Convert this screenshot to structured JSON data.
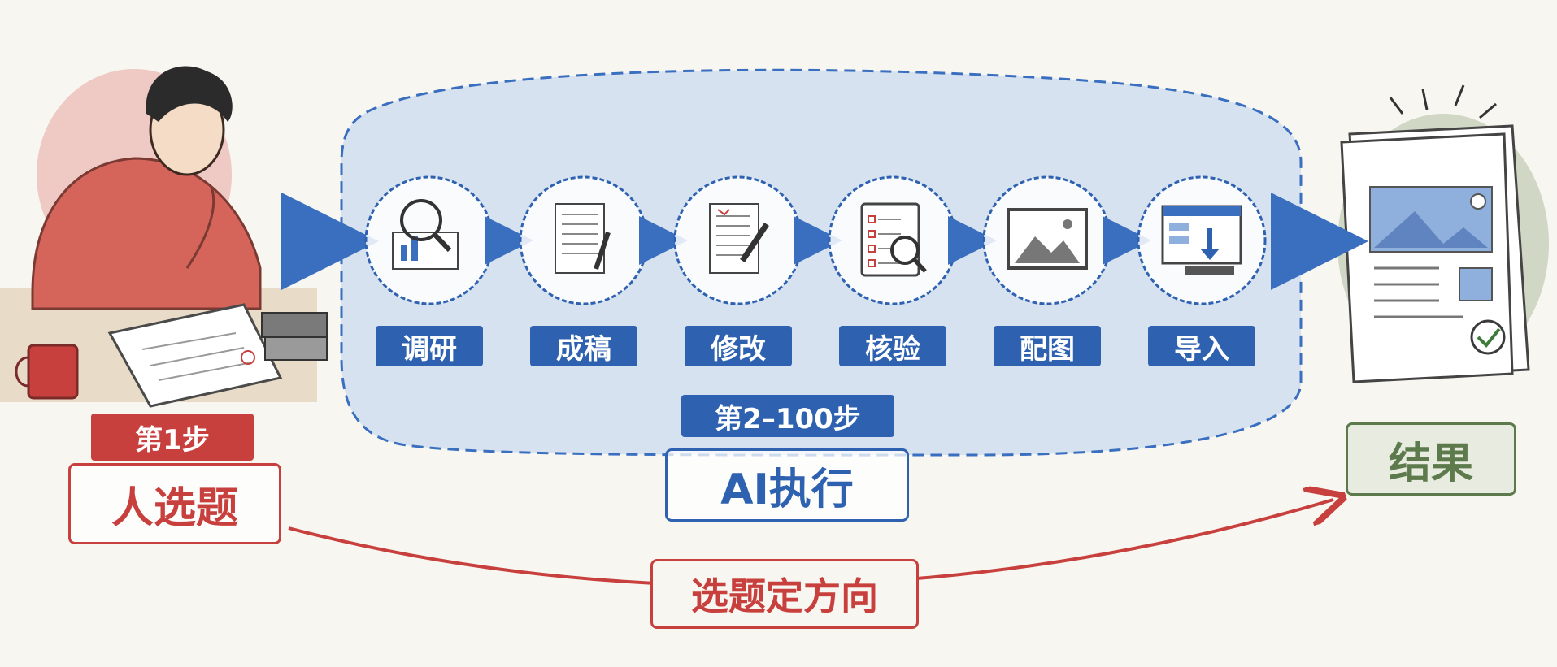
{
  "steps": [
    {
      "label": "调研",
      "icon": "magnifier-chart-book-icon"
    },
    {
      "label": "成稿",
      "icon": "document-pen-icon"
    },
    {
      "label": "修改",
      "icon": "edited-document-pencil-icon"
    },
    {
      "label": "核验",
      "icon": "checklist-magnifier-icon"
    },
    {
      "label": "配图",
      "icon": "image-frame-icon"
    },
    {
      "label": "导入",
      "icon": "window-import-icon"
    }
  ],
  "human": {
    "step_tag": "第1步",
    "title": "人选题",
    "illustration": "person-writing-icon"
  },
  "ai": {
    "step_tag": "第2–100步",
    "title": "AI执行"
  },
  "result": {
    "title": "结果",
    "illustration": "finished-document-stack-icon"
  },
  "bottom_arrow_label": "选题定方向",
  "colors": {
    "red": "#c8403d",
    "blue": "#2e62b0",
    "green": "#5c7a4b",
    "paper": "#f8f6f1"
  }
}
